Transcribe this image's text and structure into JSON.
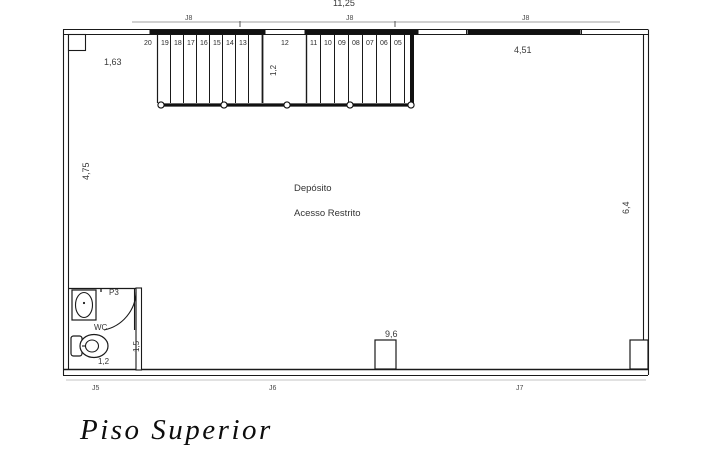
{
  "drawing": {
    "title": "Piso Superior",
    "room_labels": [
      {
        "text": "Depósito"
      },
      {
        "text": "Acesso Restrito"
      }
    ]
  },
  "dimensions": {
    "top_overall": "11,25",
    "top_left_room": "1,63",
    "top_right_room": "4,51",
    "left_vertical": "4,75",
    "right_vertical": "6,4",
    "stair_width": "1,2",
    "wc_width": "1,2",
    "wc_depth": "1,5",
    "bottom_column": "9,6"
  },
  "joints": {
    "top": [
      "J8",
      "J8",
      "J8"
    ],
    "bottom": [
      "J5",
      "J6",
      "J7"
    ]
  },
  "stairs": {
    "steps": [
      "20",
      "19",
      "18",
      "17",
      "16",
      "15",
      "14",
      "13",
      "12",
      "11",
      "10",
      "09",
      "08",
      "07",
      "06",
      "05"
    ]
  },
  "fixtures": {
    "wc_label": "WC",
    "door_label": "P3",
    "sink": "sink-fixture",
    "toilet": "toilet-fixture"
  },
  "colors": {
    "wall": "#1a1a1a",
    "thin_line": "#333333",
    "background": "#ffffff",
    "text": "#2b2b2b"
  }
}
